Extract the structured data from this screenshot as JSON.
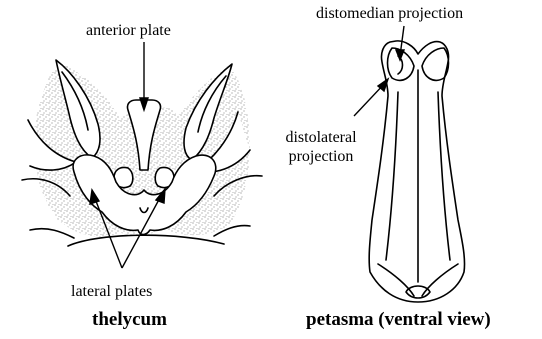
{
  "labels": {
    "anterior_plate": "anterior plate",
    "lateral_plates": "lateral plates",
    "distomedian_projection": "distomedian projection",
    "distolateral_line1": "distolateral",
    "distolateral_line2": "projection"
  },
  "captions": {
    "left": "thelycum",
    "right": "petasma (ventral view)"
  },
  "colors": {
    "ink": "#000000",
    "stipple": "#555555",
    "background": "#ffffff"
  }
}
